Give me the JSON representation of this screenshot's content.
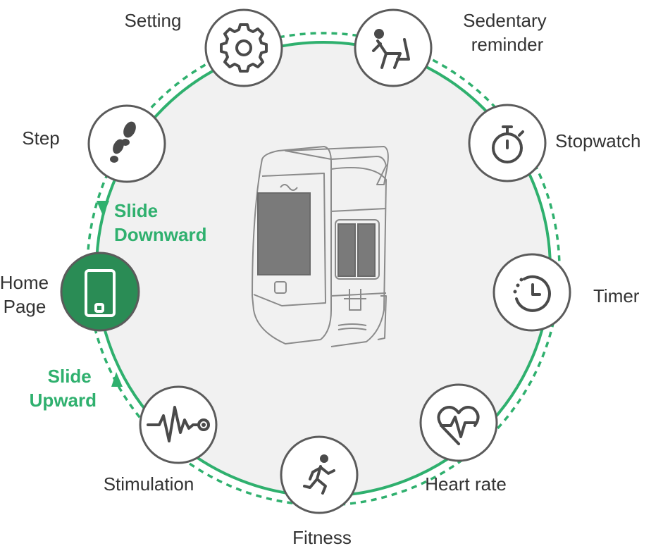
{
  "colors": {
    "accent": "#2fb06e",
    "active_node": "#2a8c55",
    "background_disc": "#f1f1f1",
    "outline": "#5b5b5b"
  },
  "nodes": {
    "setting": {
      "label_lines": [
        "Setting"
      ],
      "icon": "gear-icon"
    },
    "sedentary": {
      "label_lines": [
        "Sedentary",
        "reminder"
      ],
      "icon": "sitting-person-icon"
    },
    "stopwatch": {
      "label_lines": [
        "Stopwatch"
      ],
      "icon": "stopwatch-icon"
    },
    "timer": {
      "label_lines": [
        "Timer"
      ],
      "icon": "timer-icon"
    },
    "heart_rate": {
      "label_lines": [
        "Heart rate"
      ],
      "icon": "heart-rate-icon"
    },
    "fitness": {
      "label_lines": [
        "Fitness"
      ],
      "icon": "running-person-icon"
    },
    "stimulation": {
      "label_lines": [
        "Stimulation"
      ],
      "icon": "pulse-wave-icon"
    },
    "home": {
      "label_lines": [
        "Home",
        "Page"
      ],
      "icon": "device-icon"
    },
    "step": {
      "label_lines": [
        "Step"
      ],
      "icon": "footprints-icon"
    }
  },
  "gestures": {
    "down": {
      "label_lines": [
        "Slide",
        "Downward"
      ]
    },
    "up": {
      "label_lines": [
        "Slide",
        "Upward"
      ]
    }
  }
}
